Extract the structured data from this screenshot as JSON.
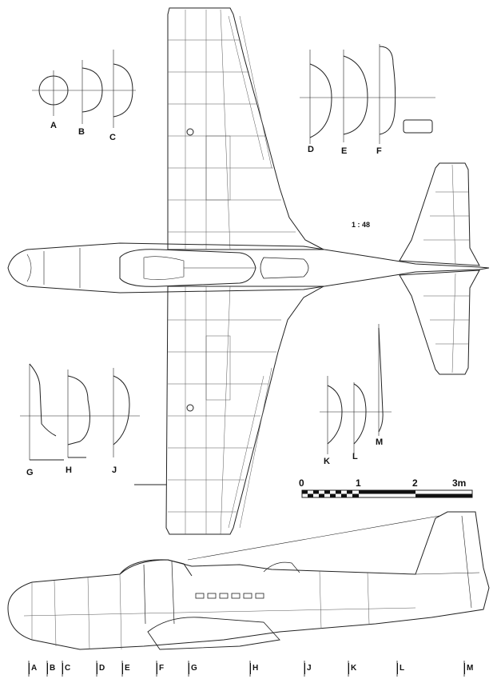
{
  "scale_label": "1 : 48",
  "scale_bar": {
    "ticks": [
      "0",
      "1",
      "2",
      "3m"
    ]
  },
  "section_labels": {
    "top_left": [
      "A",
      "B",
      "C"
    ],
    "top_right": [
      "D",
      "E",
      "F"
    ],
    "bottom_left": [
      "G",
      "H",
      "J"
    ],
    "bottom_right": [
      "K",
      "L",
      "M"
    ]
  },
  "station_labels": [
    "A",
    "B",
    "C",
    "D",
    "E",
    "F",
    "G",
    "H",
    "J",
    "K",
    "L",
    "M"
  ]
}
